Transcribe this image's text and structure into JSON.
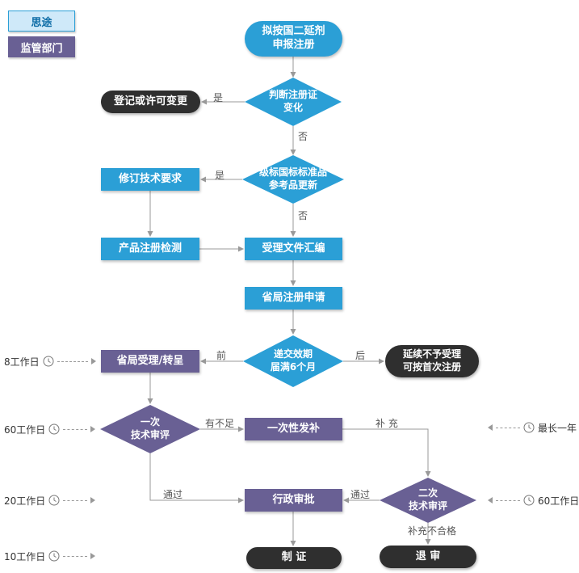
{
  "legend": {
    "situ": "思途",
    "regulator": "监管部门"
  },
  "nodes": {
    "start": {
      "label": "拟按国二延剂\n申报注册"
    },
    "d1": {
      "label": "判断注册证\n变化"
    },
    "change": {
      "label": "登记或许可变更"
    },
    "d2": {
      "label": "级标国标标准品\n参考品更新"
    },
    "revise": {
      "label": "修订技术要求"
    },
    "test": {
      "label": "产品注册检测"
    },
    "compile": {
      "label": "受理文件汇编"
    },
    "apply": {
      "label": "省局注册申请"
    },
    "d3": {
      "label": "递交效期\n届满6个月"
    },
    "accept": {
      "label": "省局受理/转呈"
    },
    "reject": {
      "label": "延续不予受理\n可按首次注册"
    },
    "review1": {
      "label": "一次\n技术审评"
    },
    "supplement": {
      "label": "一次性发补"
    },
    "approve": {
      "label": "行政审批"
    },
    "review2": {
      "label": "二次\n技术审评"
    },
    "cert": {
      "label": "制 证"
    },
    "refuse": {
      "label": "退 审"
    }
  },
  "edges": {
    "yes1": "是",
    "no1": "否",
    "yes2": "是",
    "no2": "否",
    "before": "前",
    "after": "后",
    "insufficient": "有不足",
    "pass1": "通过",
    "supplement_label": "补 充",
    "pass2": "通过",
    "fail": "补充不合格"
  },
  "timeline": {
    "left": [
      {
        "label": "8工作日"
      },
      {
        "label": "60工作日"
      },
      {
        "label": "20工作日"
      },
      {
        "label": "10工作日"
      }
    ],
    "right": [
      {
        "label": "最长一年"
      },
      {
        "label": "60工作日"
      }
    ]
  },
  "colors": {
    "blue": "#2b9fd6",
    "purple": "#696094",
    "dark": "#2f2f2f",
    "legend_bg": "#cfe9f9",
    "legend_text": "#0d6ca6"
  }
}
